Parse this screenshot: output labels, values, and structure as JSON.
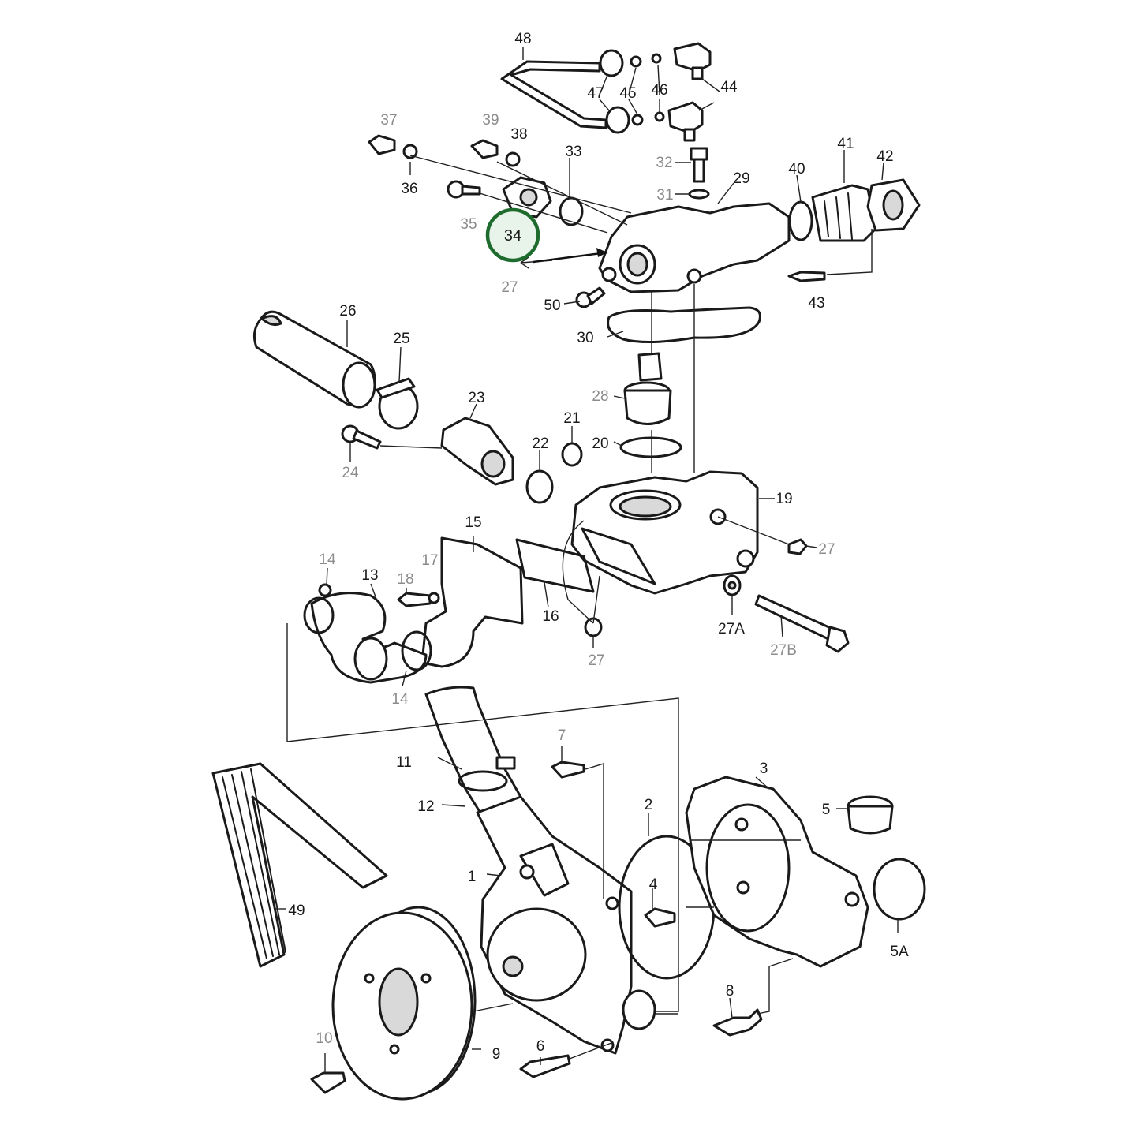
{
  "labels": {
    "p1": "1",
    "p2": "2",
    "p3": "3",
    "p4": "4",
    "p5": "5",
    "p5A": "5A",
    "p6": "6",
    "p7": "7",
    "p8": "8",
    "p9": "9",
    "p10": "10",
    "p11": "11",
    "p12": "12",
    "p13": "13",
    "p14a": "14",
    "p14b": "14",
    "p15": "15",
    "p16": "16",
    "p17": "17",
    "p18": "18",
    "p19": "19",
    "p20": "20",
    "p21": "21",
    "p22": "22",
    "p23": "23",
    "p24": "24",
    "p25": "25",
    "p26": "26",
    "p27a": "27",
    "p27b": "27",
    "p27c": "27",
    "p27A": "27A",
    "p27B": "27B",
    "p28": "28",
    "p29": "29",
    "p30": "30",
    "p31": "31",
    "p32": "32",
    "p33": "33",
    "p34": "34",
    "p35": "35",
    "p36": "36",
    "p37": "37",
    "p38": "38",
    "p39": "39",
    "p40": "40",
    "p41": "41",
    "p42": "42",
    "p43": "43",
    "p44": "44",
    "p45": "45",
    "p46": "46",
    "p47": "47",
    "p48": "48",
    "p49": "49",
    "p50": "50"
  },
  "highlight": {
    "part": "34",
    "color": "#1e6b2e"
  }
}
